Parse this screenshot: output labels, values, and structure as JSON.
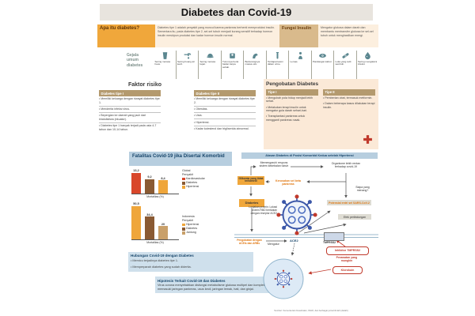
{
  "title": "Diabetes dan Covid-19",
  "apa_itu": {
    "label": "Apa itu diabetes?",
    "text": "Diabetes tipe 1 adalah penyakit yang muncul karena pankreas berhenti memproduksi insulin. Sementara itu, pada diabetes tipe 2, sel-sel tubuh menjadi kurang sensitif terhadap hormon insulin meskipun produksi dan kadar hormon insulin normal."
  },
  "fungsi_insulin": {
    "label": "Fungsi Insulin",
    "text": "Mengatur glukosa dalam darah dan membantu mentransfer glukosa ke sel-sel tubuh untuk menghasilkan energi."
  },
  "gejala": {
    "label": "Gejala umum diabetes",
    "items": [
      {
        "icon": "glass-icon",
        "label": "Sering merasa haus."
      },
      {
        "icon": "faucet-icon",
        "label": "Sering buang air kecil."
      },
      {
        "icon": "plate-icon",
        "label": "Sering merasa lapar."
      },
      {
        "icon": "scale-icon",
        "label": "Turunnya berat badan tanpa sebab."
      },
      {
        "icon": "muscle-icon",
        "label": "Berkurangnya massa otot."
      },
      {
        "icon": "urine-tube-icon",
        "label": "Terdapat keton dalam urine."
      },
      {
        "icon": "person-icon",
        "label": "Lemas."
      },
      {
        "icon": "eye-icon",
        "label": "Pandangan kabur."
      },
      {
        "icon": "bandage-icon",
        "label": "Luka yang sulit sembuh."
      },
      {
        "icon": "germ-icon",
        "label": "Sering mengalami infeksi."
      }
    ]
  },
  "faktor_risiko": {
    "title": "Faktor risiko",
    "tipe1": {
      "header": "Diabetes tipe I",
      "items": [
        "Memiliki keluarga dengan riwayat diabetes tipe 1.",
        "Menderita infeksi virus.",
        "Bepergian ke daerah yang jauh dari khatulistiwa (ekuator).",
        "Diabetes tipe 1 banyak terjadi pada usia 4-7 tahun dan 10-14 tahun."
      ]
    },
    "tipe2": {
      "header": "Diabetes tipe II",
      "items": [
        "Memiliki keluarga dengan riwayat diabetes tipe 2.",
        "Obesitas.",
        "Usia.",
        "Hipertensi.",
        "Kadar kolesterol dan trigliserida abnormal."
      ]
    }
  },
  "pengobatan": {
    "title": "Pengobatan Diabetes",
    "tipe1": {
      "header": "Tipe I",
      "items": [
        "Mengubah pola hidup menjadi lebih sehat.",
        "Melakukan terapi insulin untuk mengatur gula darah sehari-hari.",
        "Transplantasi pankreas untuk mengganti pankreas rusak."
      ]
    },
    "tipe2": {
      "header": "Tipe II",
      "items": [
        "Pemberian obat, termasuk metformin.",
        "Dalam beberapa kasus dilakukan terapi insulin."
      ]
    }
  },
  "fatalitas": {
    "title": "Fatalitas Covid-19 jika Disertai Komorbid"
  },
  "chart_data": [
    {
      "type": "bar",
      "region": "Global",
      "series_label": "Penyakit",
      "categories": [
        "Kardiovaskular",
        "Diabetes",
        "Hipertensi"
      ],
      "values": [
        13.2,
        9.2,
        8.4
      ],
      "value_labels": [
        "13,2",
        "9,2",
        "8,4"
      ],
      "colors": [
        "#d9472b",
        "#8a5a33",
        "#efa63b"
      ],
      "xlabel": "Mortalitas (%)",
      "ylim": [
        0,
        15
      ],
      "legend_position": "right"
    },
    {
      "type": "bar",
      "region": "Indonesia",
      "series_label": "Penyakit",
      "categories": [
        "Hipertensi",
        "Diabetes",
        "Jantung"
      ],
      "values": [
        50.5,
        34.4,
        20
      ],
      "value_labels": [
        "50,5",
        "34,4",
        "20"
      ],
      "colors": [
        "#efa63b",
        "#8a5a33",
        "#c9a06a"
      ],
      "xlabel": "Mortalitas (%)",
      "ylim": [
        0,
        55
      ],
      "legend_position": "right"
    }
  ],
  "hubungan": {
    "title": "Hubungan Covid-19 dengan Diabetes",
    "items": [
      "Memicu terjadinya diabetes tipe 1.",
      "Memperparah diabetes yang sudah diderita."
    ]
  },
  "hipotesis": {
    "title": "Hipotesis Terkait Covid-19 dan Diabetes",
    "text": "Virus corona menyebabkan disfungsi metabolisme glukosa multipel dan kompleks dengan memasuki jaringan pankreas, usus kecil, jaringan lemak, hati, dan ginjal."
  },
  "diagram": {
    "title": "Alasan Diabetes di Posisi Komorbid Kedua setelah Hipertensi",
    "nodes": {
      "immune": "Memengaruhi respons sistem kekebalan tubuh",
      "organism": "Organisme lebih rentan terhadap covid-19",
      "glikemia": "Glikemia yang tidak terkontrol",
      "beta": "Kerusakan sel beta pankreas",
      "who_wins": "Siapa yang menang?",
      "diabetes": "Diabetes",
      "spike": "Lonjakan protein: Lokasi protein RBD berikatan dengan reseptor ACE2",
      "entry": "Potensial entri sel SARS-CoV-2",
      "protection": "Efek perlindungan",
      "ace2": "ACE2",
      "tmprss2": "TMPRSS2",
      "acei": "Pengobatan dengan ACEIs dan ARBs",
      "mengatur": "Mengatur",
      "inhibitor": "Inhibitor TMPRSS2",
      "treatment": "Perawatan yang mungkin",
      "klorokuin": "Klorokuin"
    }
  },
  "source": "Sumber: Kementerian Kesehatan, WHO, dan berbagai jurnal ilmiah (diolah)"
}
